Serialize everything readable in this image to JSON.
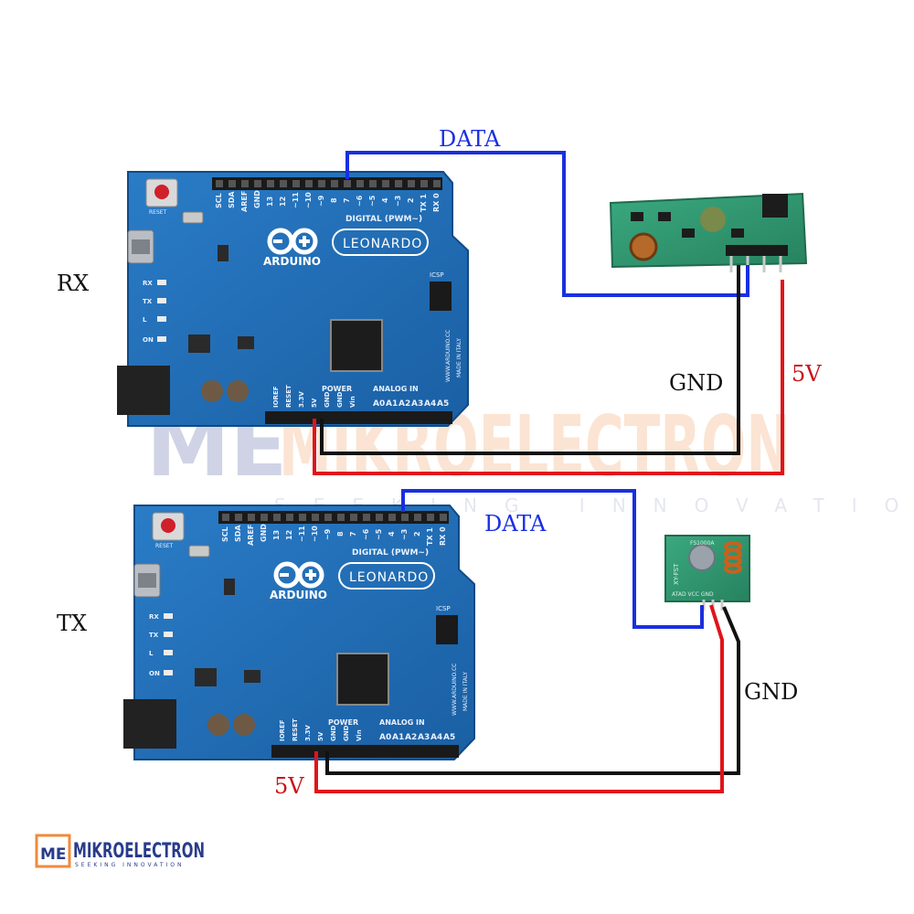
{
  "labels": {
    "rx": "RX",
    "tx": "TX",
    "data_top": "DATA",
    "data_bottom": "DATA",
    "gnd_top": "GND",
    "gnd_bottom": "GND",
    "v5_top": "5V",
    "v5_bottom": "5V"
  },
  "board_top": {
    "brand": "ARDUINO",
    "model": "LEONARDO",
    "reset": "RESET",
    "digital": "DIGITAL (PWM~)",
    "power": "POWER",
    "analog": "ANALOG IN",
    "icsp": "ICSP",
    "side_text": "WWW.ARDUINO.CC",
    "made_in": "MADE IN ITALY",
    "top_pins": [
      "SCL",
      "SDA",
      "AREF",
      "GND",
      "13",
      "12",
      "~11",
      "~10",
      "~9",
      "8",
      "7",
      "~6",
      "~5",
      "4",
      "~3",
      "2",
      "TX 1",
      "RX 0"
    ],
    "bottom_pins": [
      "IOREF",
      "RESET",
      "3.3V",
      "5V",
      "GND",
      "GND",
      "Vin",
      "A0",
      "A1",
      "A2",
      "A3",
      "A4",
      "A5"
    ],
    "leds": [
      "RX",
      "TX",
      "L",
      "ON"
    ]
  },
  "board_bottom": {
    "brand": "ARDUINO",
    "model": "LEONARDO",
    "reset": "RESET",
    "digital": "DIGITAL (PWM~)",
    "power": "POWER",
    "analog": "ANALOG IN",
    "icsp": "ICSP",
    "side_text": "WWW.ARDUINO.CC",
    "made_in": "MADE IN ITALY",
    "top_pins": [
      "SCL",
      "SDA",
      "AREF",
      "GND",
      "13",
      "12",
      "~11",
      "~10",
      "~9",
      "8",
      "7",
      "~6",
      "~5",
      "4",
      "~3",
      "2",
      "TX 1",
      "RX 0"
    ],
    "bottom_pins": [
      "IOREF",
      "RESET",
      "3.3V",
      "5V",
      "GND",
      "GND",
      "Vin",
      "A0",
      "A1",
      "A2",
      "A3",
      "A4",
      "A5"
    ],
    "leds": [
      "RX",
      "TX",
      "L",
      "ON"
    ]
  },
  "tx_module": {
    "label_top": "FS1000A",
    "label_side": "XY-FST",
    "pins": "ATAD  VCC  GND"
  },
  "watermark": {
    "me": "ME",
    "name": "MIKROELECTRON",
    "tagline": "SEEKING INNOVATION"
  },
  "logo": {
    "me": "ME",
    "name": "MIKROELECTRON",
    "tagline": "SEEKING INNOVATION"
  },
  "colors": {
    "board": "#1f6bb3",
    "board_dark": "#14538f",
    "data_wire": "#1a2fe0",
    "gnd_wire": "#111111",
    "v5_wire": "#e0141b",
    "module_green": "#2f9a72",
    "watermark_orange": "#f08a3c",
    "watermark_blue": "#283b8c"
  }
}
